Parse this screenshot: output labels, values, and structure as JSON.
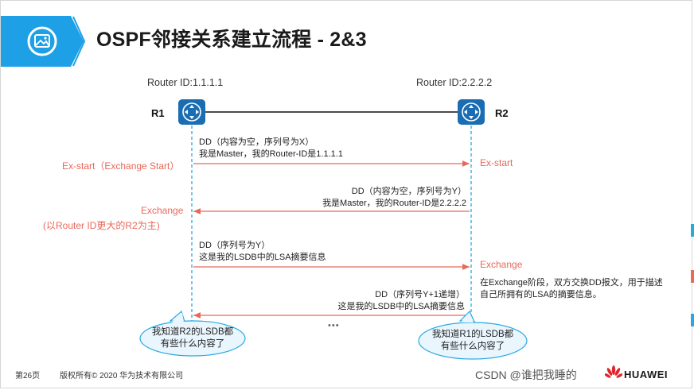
{
  "title": "OSPF邻接关系建立流程 - 2&3",
  "routers": {
    "r1": {
      "id_label": "Router ID:1.1.1.1",
      "name": "R1"
    },
    "r2": {
      "id_label": "Router ID:2.2.2.2",
      "name": "R2"
    }
  },
  "messages": [
    {
      "line1": "DD（内容为空，序列号为X）",
      "line2": "我是Master，我的Router-ID是1.1.1.1"
    },
    {
      "line1": "DD（内容为空，序列号为Y）",
      "line2": "我是Master，我的Router-ID是2.2.2.2"
    },
    {
      "line1": "DD（序列号为Y）",
      "line2": "这是我的LSDB中的LSA摘要信息"
    },
    {
      "line1": "DD（序列号Y+1递增）",
      "line2": "这是我的LSDB中的LSA摘要信息"
    }
  ],
  "states": {
    "r1_exstart": "Ex-start（Exchange Start）",
    "r2_exstart": "Ex-start",
    "r1_exchange": "Exchange",
    "r1_exchange_note": "(以Router ID更大的R2为主)",
    "r2_exchange": "Exchange"
  },
  "exchange_note": "在Exchange阶段，双方交换DD报文，用于描述自己所拥有的LSA的摘要信息。",
  "ellipsis": "•••",
  "bubbles": {
    "r1": {
      "line1": "我知道R2的LSDB都",
      "line2": "有些什么内容了"
    },
    "r2": {
      "line1": "我知道R1的LSDB都",
      "line2": "有些什么内容了"
    }
  },
  "footer": {
    "page": "第26页",
    "copyright": "版权所有© 2020 华为技术有限公司"
  },
  "watermark": "CSDN @谁把我睡的",
  "logo": "HUAWEI",
  "colors": {
    "badge_blue": "#1ea0e6",
    "router_blue": "#1b6db3",
    "lifeline": "#29a8e0",
    "arrow_red": "#e8685a",
    "bubble_fill": "#eaf6fd",
    "bubble_border": "#29a8e0"
  }
}
